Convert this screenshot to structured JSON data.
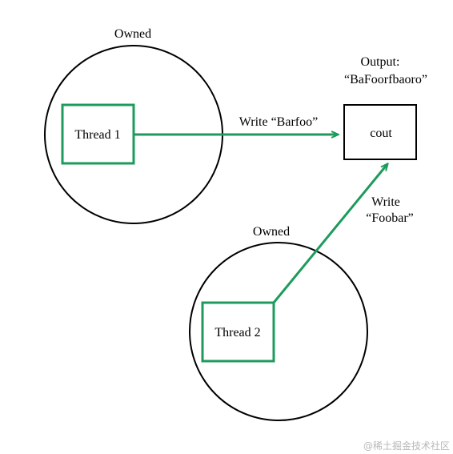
{
  "owned_label_1": "Owned",
  "owned_label_2": "Owned",
  "thread1_label": "Thread 1",
  "thread2_label": "Thread 2",
  "cout_label": "cout",
  "output_title": "Output:",
  "output_value": "“BaFoorfbaoro”",
  "write1_label": "Write “Barfoo”",
  "write2_line1": "Write",
  "write2_line2": "“Foobar”",
  "watermark": "@稀土掘金技术社区",
  "colors": {
    "arrow": "#1e9b5c",
    "box_stroke": "#1e9b5c",
    "circle_stroke": "#000000"
  }
}
